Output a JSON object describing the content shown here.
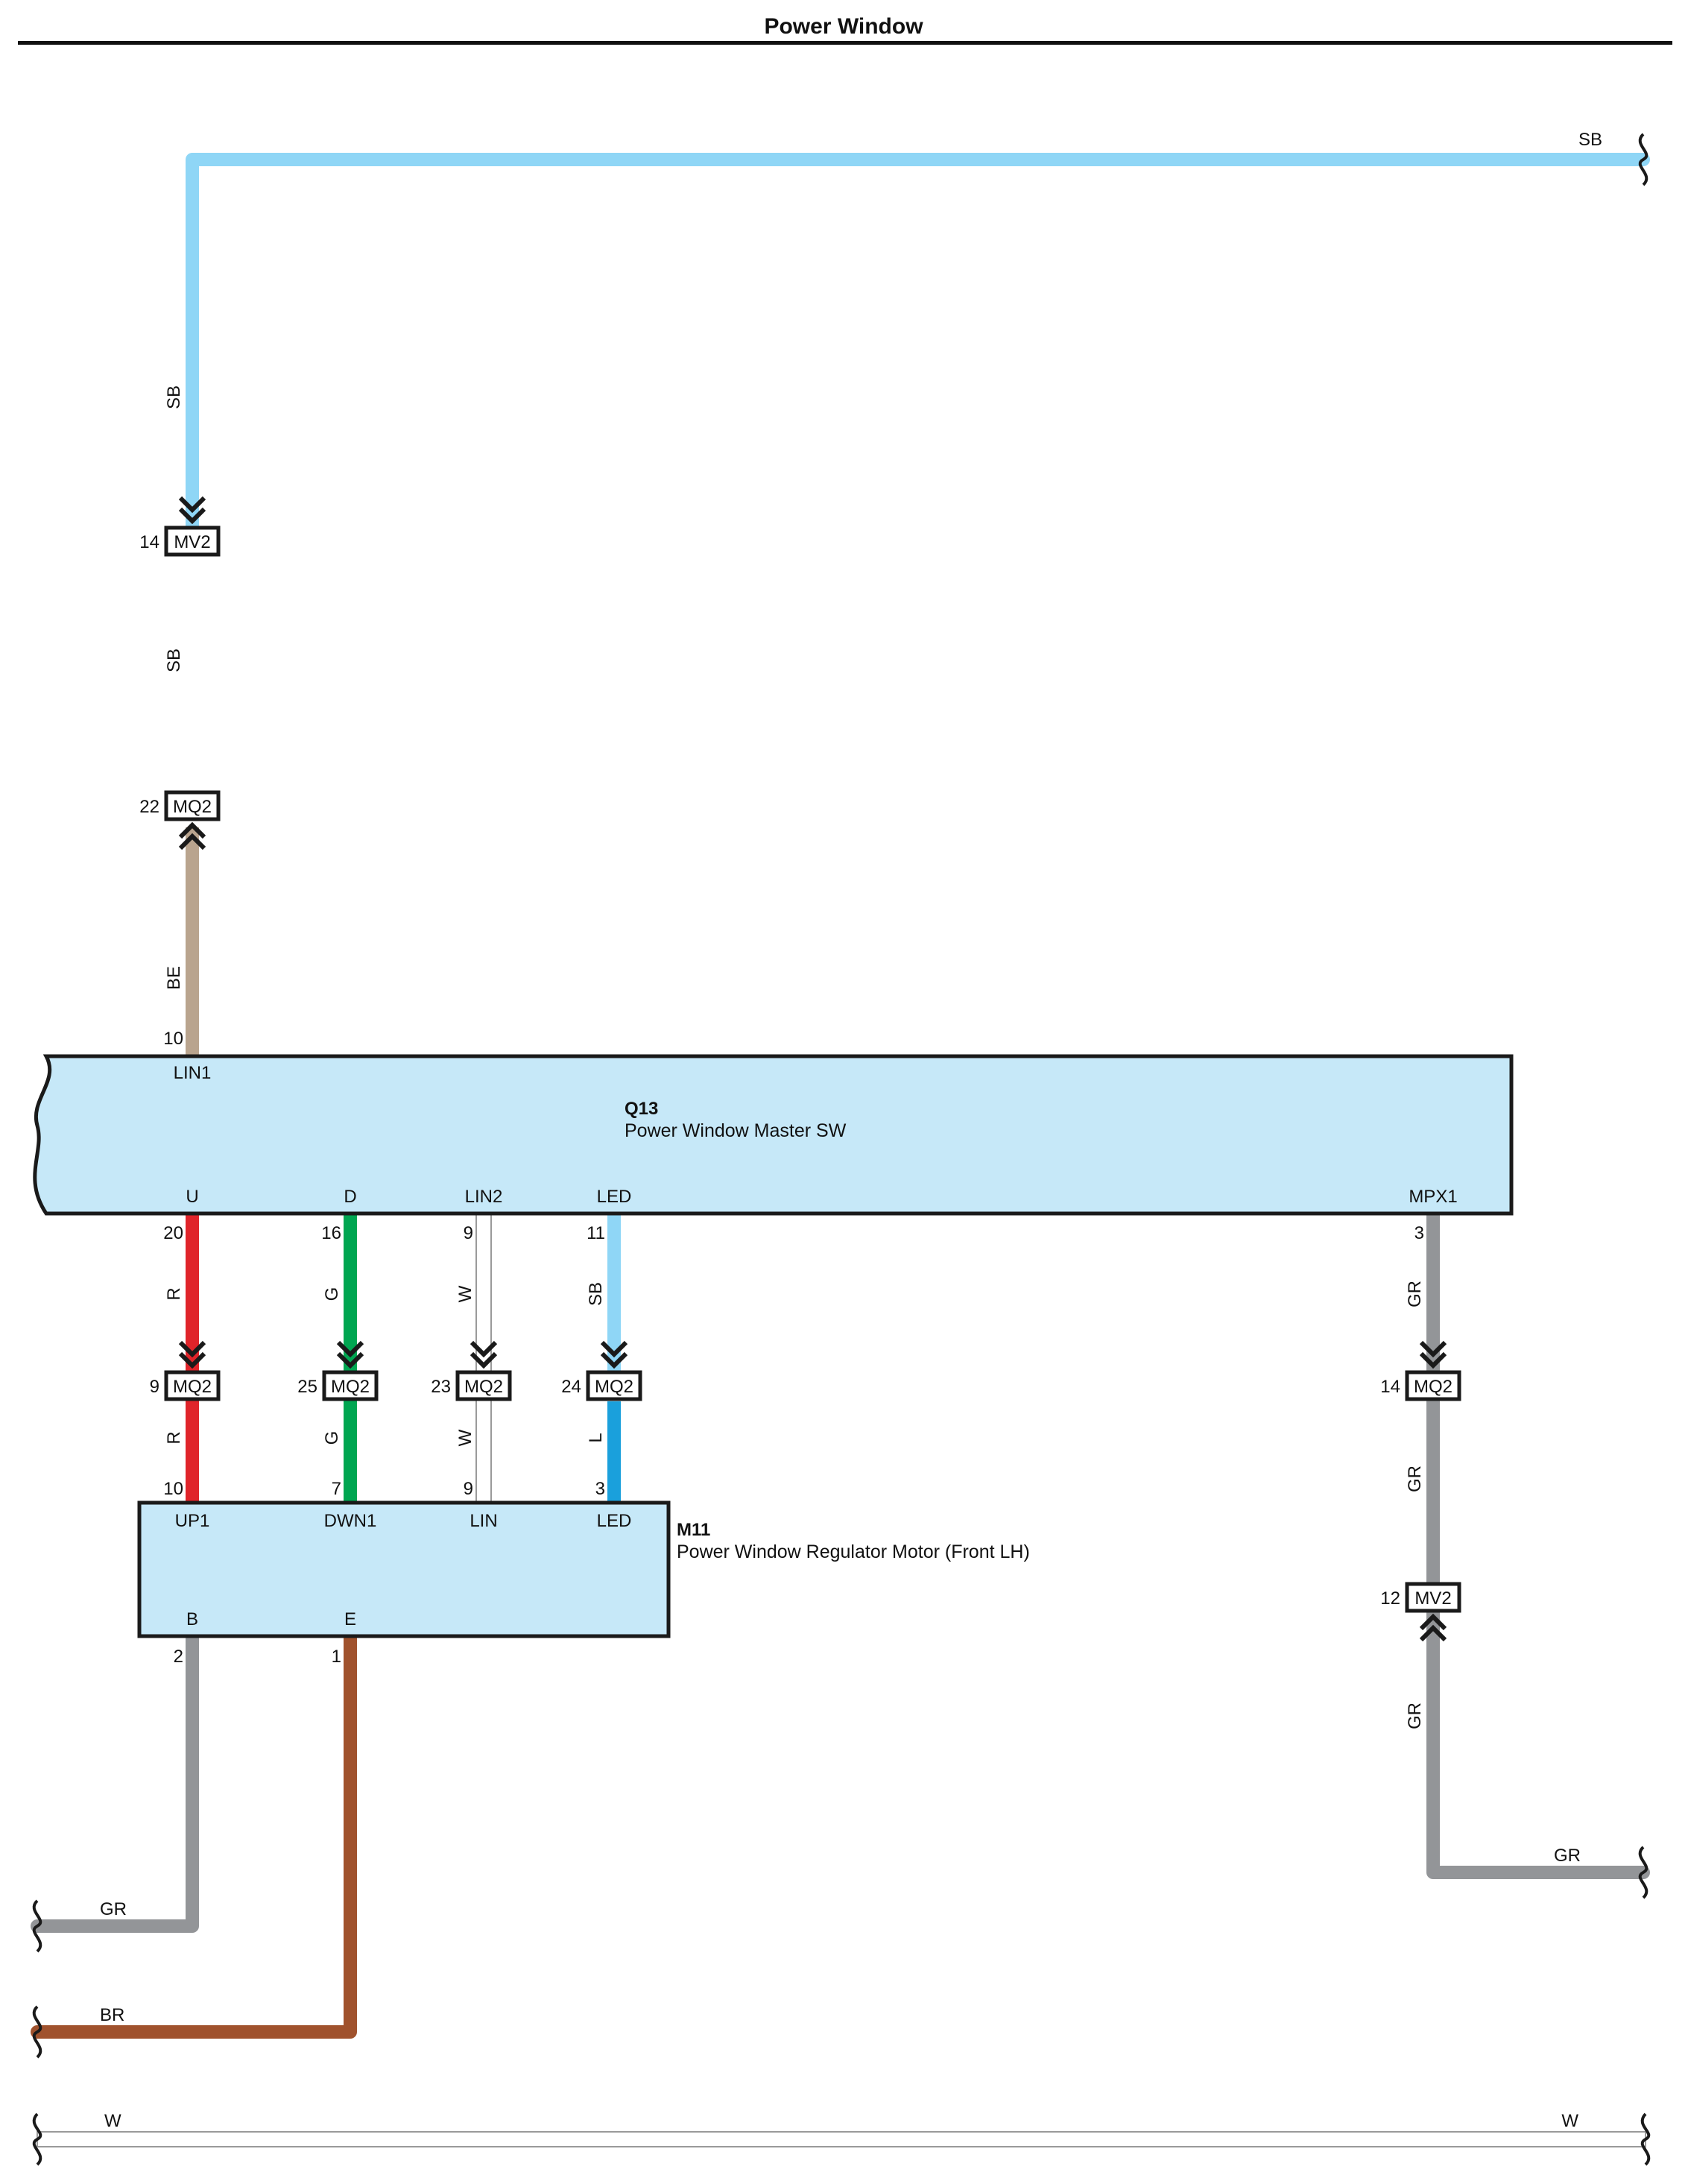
{
  "title": "Power Window",
  "colors": {
    "SB": "#8fd6f6",
    "BE": "#b9a48e",
    "R": "#e0242a",
    "G": "#00a651",
    "W": "#ffffff",
    "L": "#1aa0dc",
    "GR": "#939598",
    "BR": "#a0522d",
    "component_fill": "#c6e8f8",
    "outline": "#1a1a1a"
  },
  "components": {
    "q13": {
      "code": "Q13",
      "name": "Power Window Master SW",
      "pins": {
        "lin1": {
          "label": "LIN1",
          "num": "10"
        },
        "u": {
          "label": "U",
          "num": "20"
        },
        "d": {
          "label": "D",
          "num": "16"
        },
        "lin2": {
          "label": "LIN2",
          "num": "9"
        },
        "led": {
          "label": "LED",
          "num": "11"
        },
        "mpx1": {
          "label": "MPX1",
          "num": "3"
        }
      }
    },
    "m11": {
      "code": "M11",
      "name": "Power Window Regulator Motor (Front LH)",
      "pins": {
        "up1": {
          "label": "UP1",
          "num": "10"
        },
        "dwn1": {
          "label": "DWN1",
          "num": "7"
        },
        "lin": {
          "label": "LIN",
          "num": "9"
        },
        "led": {
          "label": "LED",
          "num": "3"
        },
        "b": {
          "label": "B",
          "num": "2"
        },
        "e": {
          "label": "E",
          "num": "1"
        }
      }
    }
  },
  "connectors": {
    "mv2_top": {
      "name": "MV2",
      "pin": "14"
    },
    "mq2_top": {
      "name": "MQ2",
      "pin": "22"
    },
    "mq2_u": {
      "name": "MQ2",
      "pin": "9"
    },
    "mq2_d": {
      "name": "MQ2",
      "pin": "25"
    },
    "mq2_lin": {
      "name": "MQ2",
      "pin": "23"
    },
    "mq2_led": {
      "name": "MQ2",
      "pin": "24"
    },
    "mq2_mpx": {
      "name": "MQ2",
      "pin": "14"
    },
    "mv2_mpx": {
      "name": "MV2",
      "pin": "12"
    }
  },
  "wires": {
    "top_right": "SB",
    "sb_upper": "SB",
    "sb_mid": "SB",
    "be": "BE",
    "u_upper": "R",
    "u_lower": "R",
    "d_upper": "G",
    "d_lower": "G",
    "lin_upper": "W",
    "lin_lower": "W",
    "led_upper": "SB",
    "led_lower": "L",
    "mpx_upper": "GR",
    "mpx_mid": "GR",
    "mpx_lower": "GR",
    "mpx_right": "GR",
    "b_left": "GR",
    "e_left": "BR",
    "ground_left": "W",
    "ground_right": "W"
  }
}
